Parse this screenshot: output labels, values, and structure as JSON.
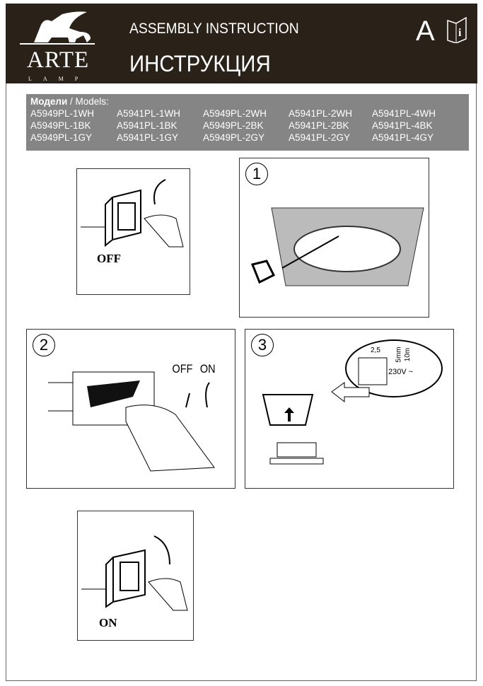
{
  "header": {
    "brand": "ARTE",
    "brand_sub": "LAMP",
    "title_en": "ASSEMBLY INSTRUCTION",
    "title_ru": "ИНСТРУКЦИЯ",
    "badge": "A",
    "book_icon_letter": "i"
  },
  "models": {
    "label_ru": "Модели",
    "label_en": " / Models:",
    "items": [
      "A5949PL-1WH",
      "A5941PL-1WH",
      "A5949PL-2WH",
      "A5941PL-2WH",
      "A5941PL-4WH",
      "A5949PL-1BK",
      "A5941PL-1BK",
      "A5949PL-2BK",
      "A5941PL-2BK",
      "A5941PL-4BK",
      "A5949PL-1GY",
      "A5941PL-1GY",
      "A5949PL-2GY",
      "A5941PL-2GY",
      "A5941PL-4GY"
    ]
  },
  "steps": {
    "off_label": "OFF",
    "on_label": "ON",
    "step1": "1",
    "step2": "2",
    "step3": "3",
    "switch_off": "OFF",
    "switch_on": "ON",
    "wiring": {
      "wire_size": "2,5",
      "len1": "5mm",
      "len2": "10m",
      "voltage": "230V ~"
    }
  }
}
